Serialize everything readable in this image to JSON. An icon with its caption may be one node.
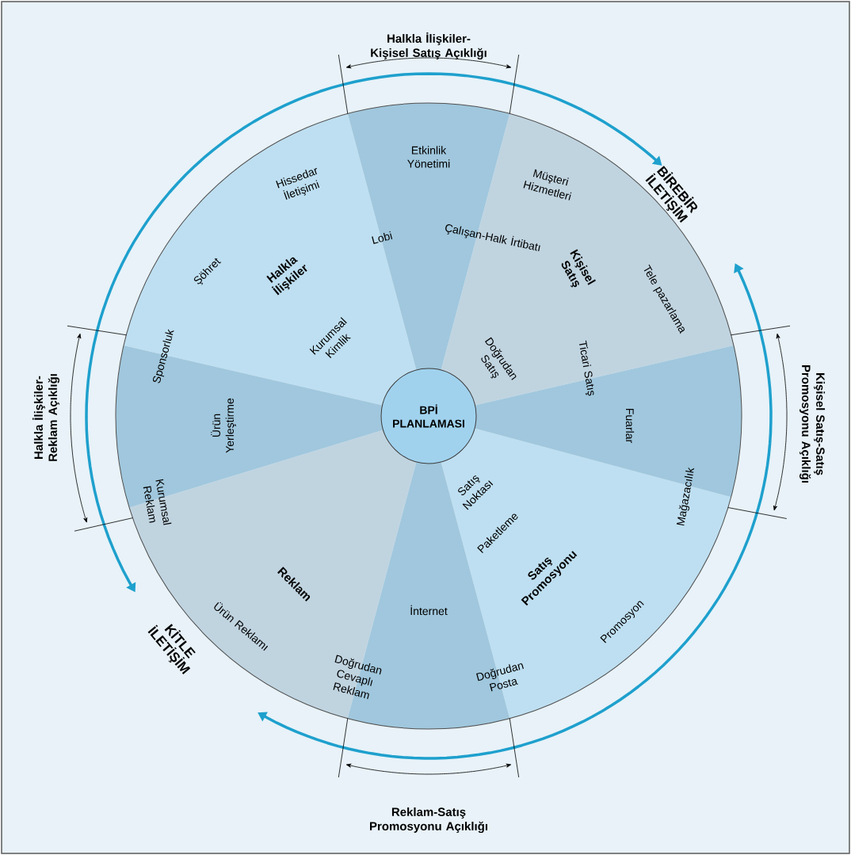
{
  "diagram": {
    "nodes": [
      {
        "text": [
          "BPİ PLANLAMASI"
        ]
      }
    ],
    "labels": [
      "Halkla İlişkiler-Kişisel  Satış Açıklığı",
      "BİREBİR İLETİŞİM",
      "Halkla İlişkiler-Reklam Açıklığı",
      "Kişisel Satış-Satış Promosyonu Açıklığı",
      "Etkinlik Yönetimi",
      "Hissedar İletişimi",
      "Müşteri Hizmetleri",
      "Lobi",
      "Çalışan-Halk İrtibatı",
      "Şöhret",
      "Halkla İlişkiler",
      "Kişisel Satış",
      "Tele pazarlama",
      "Kurumsal Kimlik",
      "Sponsorluk",
      "Doğrudan Satış",
      "Ticari Satış",
      "Ürün Yerleştirme",
      "Fuarlar",
      "Satış Noktası",
      "Kurumsal Reklam",
      "Mağazacılık",
      "Paketleme",
      "Reklam",
      "Satış Promosyonu",
      "Ürün Reklamı",
      "İnternet",
      "Promosyon",
      "KİTLE İLETİŞİM",
      "Doğrudan Cevaplı Reklam",
      "Doğrudan Posta",
      "Reklam-Satış Promosyonu Açıklığı"
    ]
  }
}
